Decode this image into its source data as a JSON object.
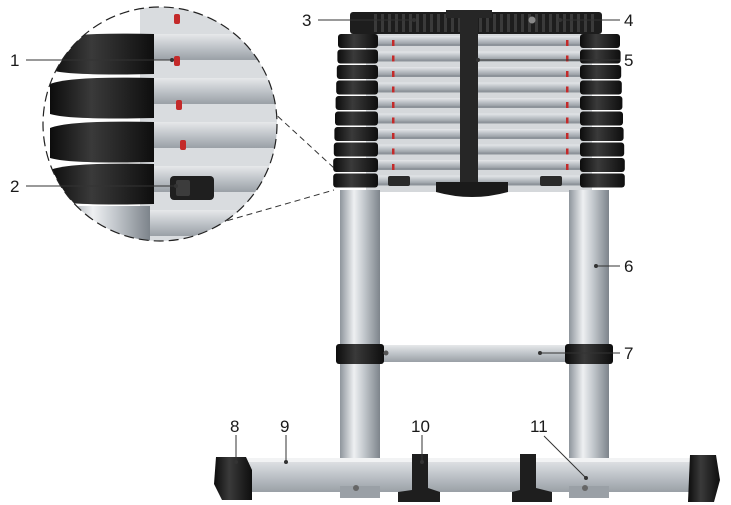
{
  "callouts": [
    {
      "id": "c1",
      "label": "1"
    },
    {
      "id": "c2",
      "label": "2"
    },
    {
      "id": "c3",
      "label": "3"
    },
    {
      "id": "c4",
      "label": "4"
    },
    {
      "id": "c5",
      "label": "5"
    },
    {
      "id": "c6",
      "label": "6"
    },
    {
      "id": "c7",
      "label": "7"
    },
    {
      "id": "c8",
      "label": "8"
    },
    {
      "id": "c9",
      "label": "9"
    },
    {
      "id": "c10",
      "label": "10"
    },
    {
      "id": "c11",
      "label": "11"
    }
  ],
  "colors": {
    "rubber": "#1b1b1b",
    "aluminium": "#c9cdd1",
    "aluminium_dark": "#9aa0a6",
    "red_indicator": "#c42a2a",
    "leader": "#333333"
  },
  "icons": {
    "zoom": "detail-magnifier-circle"
  }
}
